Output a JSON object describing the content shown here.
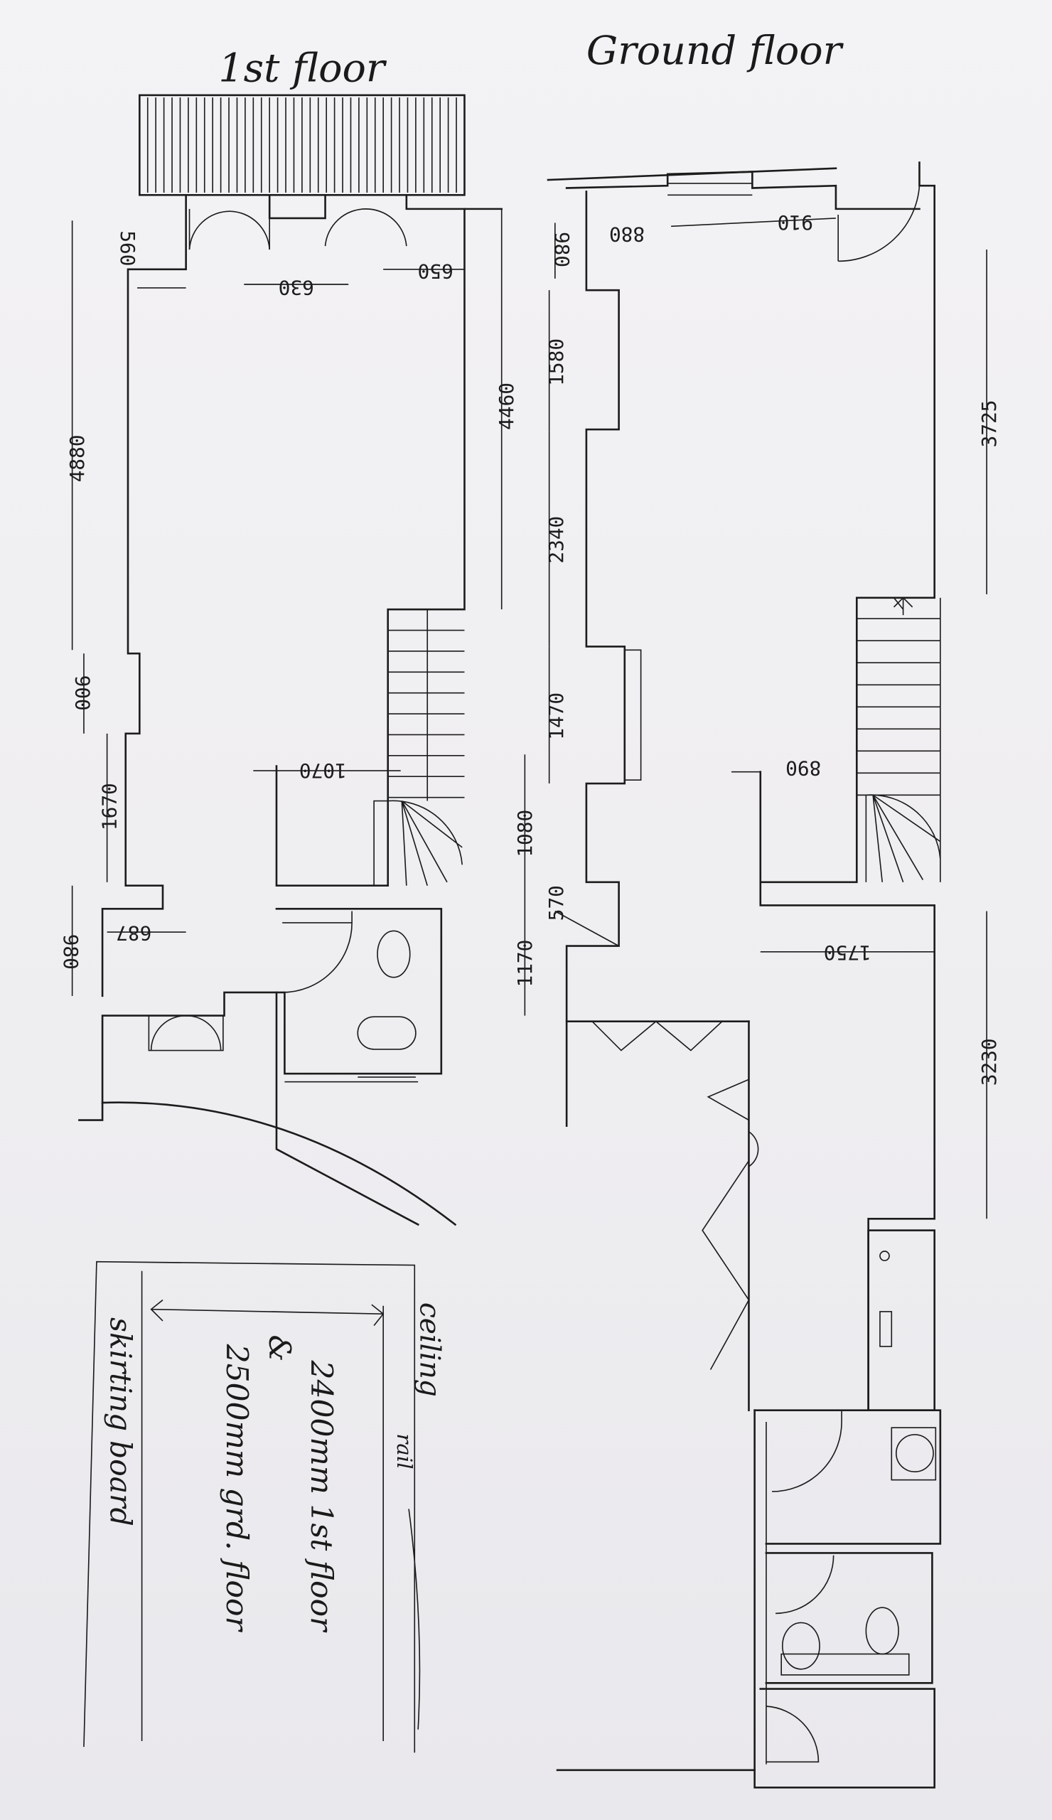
{
  "titles": {
    "first_floor": "1st floor",
    "ground_floor": "Ground floor"
  },
  "first_floor_dims": {
    "d560": "560",
    "d630": "630",
    "d650": "650",
    "d4880": "4880",
    "d4460": "4460",
    "d900": "900",
    "d1070": "1070",
    "d1670": "1670",
    "d980": "980",
    "d687": "687"
  },
  "ground_floor_dims": {
    "d980": "980",
    "d880": "880",
    "d910": "910",
    "d1580": "1580",
    "d3725": "3725",
    "d2340": "2340",
    "d1470": "1470",
    "d890": "890",
    "d1080": "1080",
    "d570": "570",
    "d1170": "1170",
    "d1750": "1750",
    "d3230": "3230"
  },
  "note": {
    "ceiling": "ceiling",
    "rail": "rail",
    "line1": "2400mm 1st floor",
    "amp": "&",
    "line2": "2500mm grd. floor",
    "skirting": "skirting board"
  }
}
